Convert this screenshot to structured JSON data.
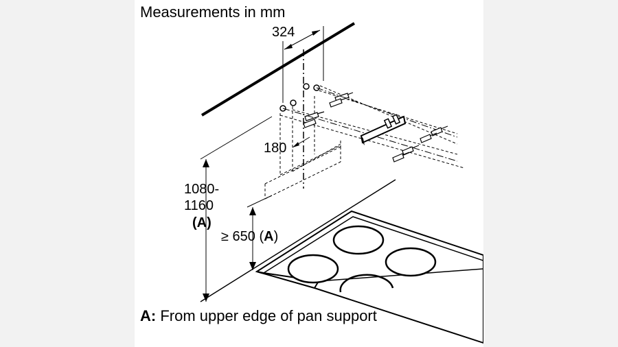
{
  "title": "Measurements in mm",
  "dimensions": {
    "width_between_holes": "324",
    "hole_offset": "180",
    "height_range_line1": "1080-",
    "height_range_line2": "1160",
    "height_range_ref": "(A)",
    "min_height_prefix": "≥ 650 (",
    "min_height_ref": "A",
    "min_height_suffix": ")"
  },
  "legend": {
    "key": "A:",
    "text": " From upper edge of pan support"
  }
}
